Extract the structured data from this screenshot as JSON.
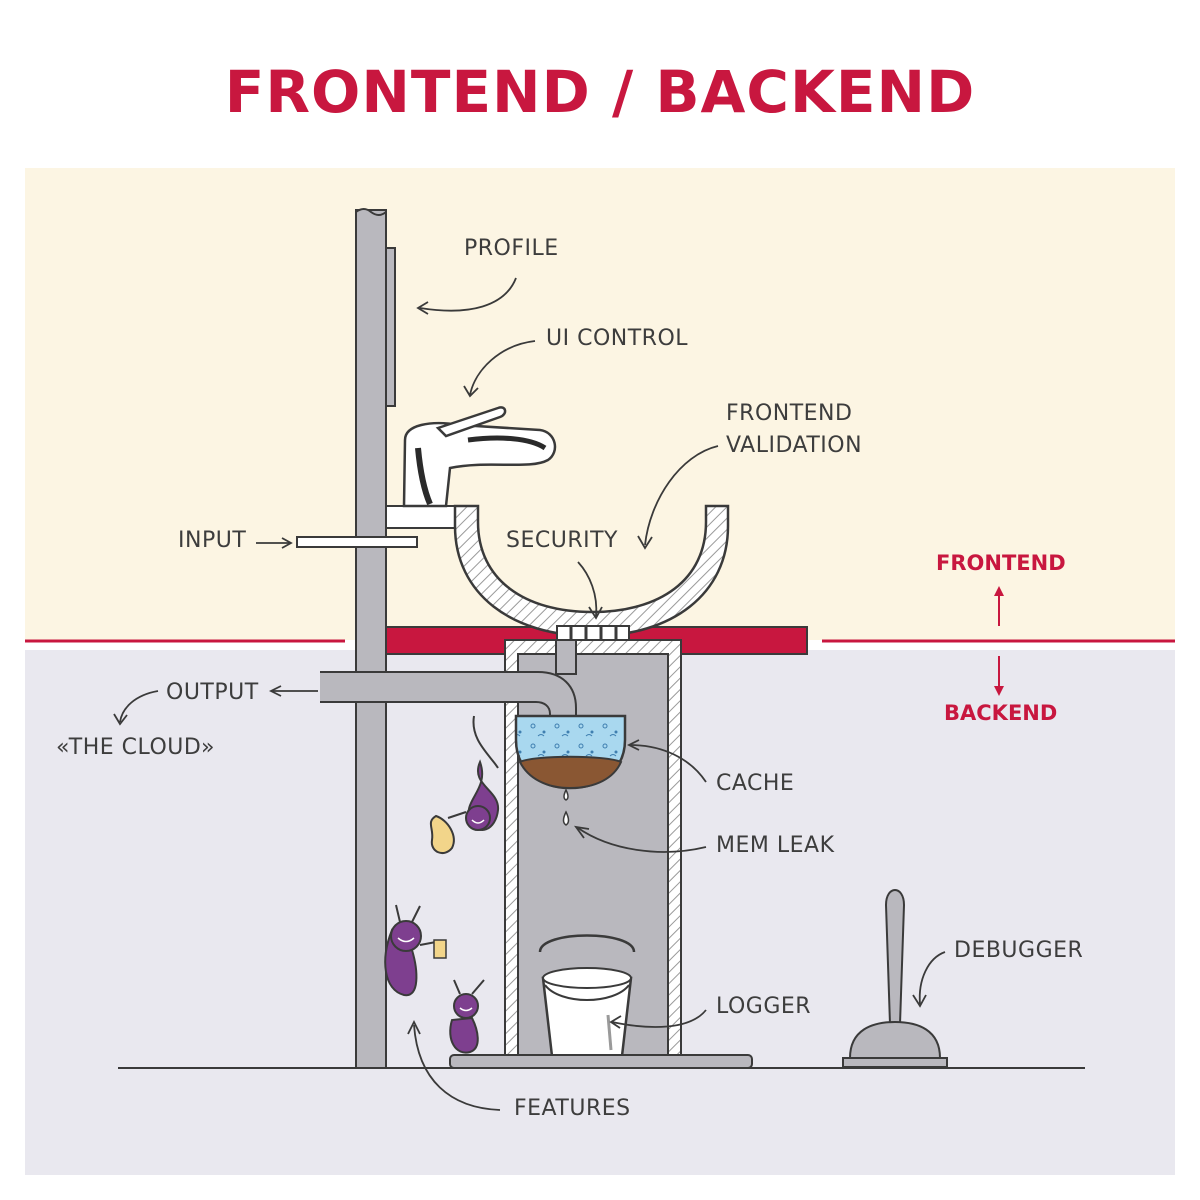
{
  "title": "FRONTEND / BACKEND",
  "zones": {
    "frontend": "FRONTEND",
    "backend": "BACKEND"
  },
  "labels": {
    "profile": "PROFILE",
    "ui_control": "UI CONTROL",
    "frontend_validation_line1": "FRONTEND",
    "frontend_validation_line2": "VALIDATION",
    "input": "INPUT",
    "security": "SECURITY",
    "output": "OUTPUT",
    "the_cloud": "«THE CLOUD»",
    "cache": "CACHE",
    "mem_leak": "MEM LEAK",
    "debugger": "DEBUGGER",
    "logger": "LOGGER",
    "features": "FEATURES"
  },
  "colors": {
    "accent": "#c8173f",
    "frontend_bg": "#fcf5e3",
    "backend_bg": "#e9e8ef",
    "pipe": "#b9b8be",
    "outline": "#3a3a3a",
    "water": "#a9d8ef",
    "sludge": "#8a5733",
    "bug": "#7e3f8f"
  }
}
